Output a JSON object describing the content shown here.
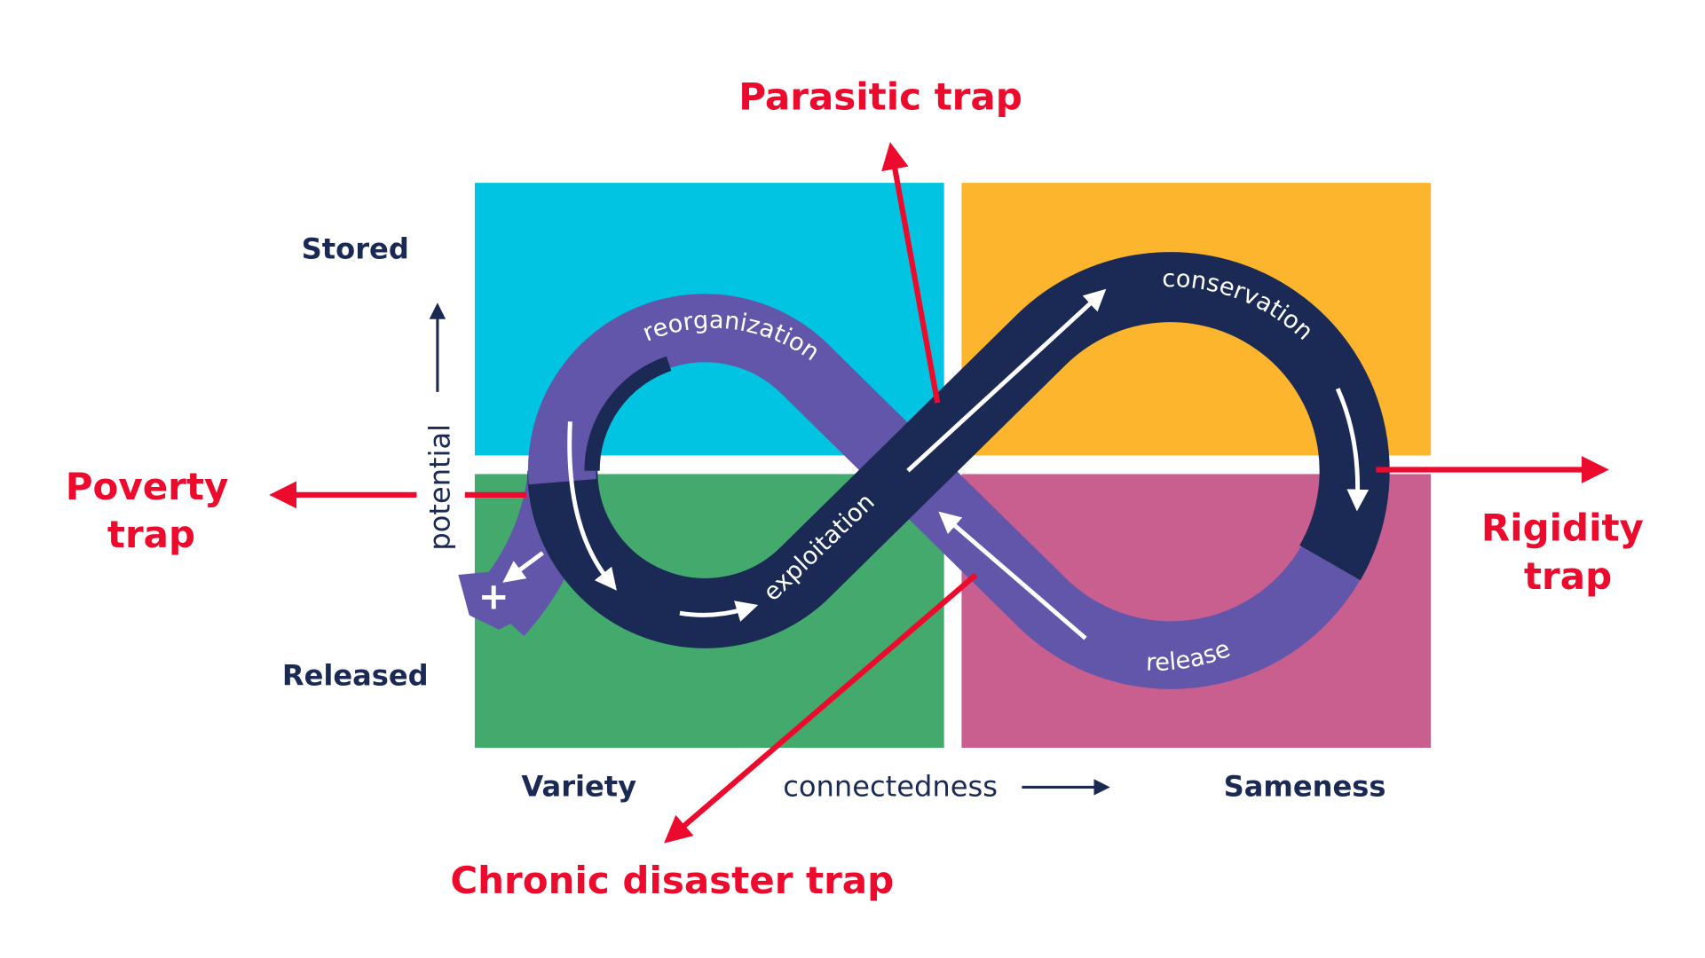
{
  "colors": {
    "cyan": "#00c4e1",
    "orange": "#fdb52d",
    "green": "#44a96d",
    "pink": "#c95f8f",
    "navy": "#1a2a55",
    "purple": "#6156a9",
    "red": "#ec0b2d"
  },
  "axes": {
    "stored": "Stored",
    "released": "Released",
    "potential": "potential",
    "variety": "Variety",
    "connectedness": "connectedness",
    "sameness": "Sameness"
  },
  "phases": {
    "reorganization": "reorganization",
    "exploitation": "exploitation",
    "conservation": "conservation",
    "release": "release"
  },
  "traps": {
    "parasitic": "Parasitic trap",
    "poverty_1": "Poverty",
    "poverty_2": "trap",
    "rigidity_1": "Rigidity",
    "rigidity_2": "trap",
    "chronic": "Chronic disaster trap"
  },
  "icons": {
    "plus": "plus-icon"
  }
}
